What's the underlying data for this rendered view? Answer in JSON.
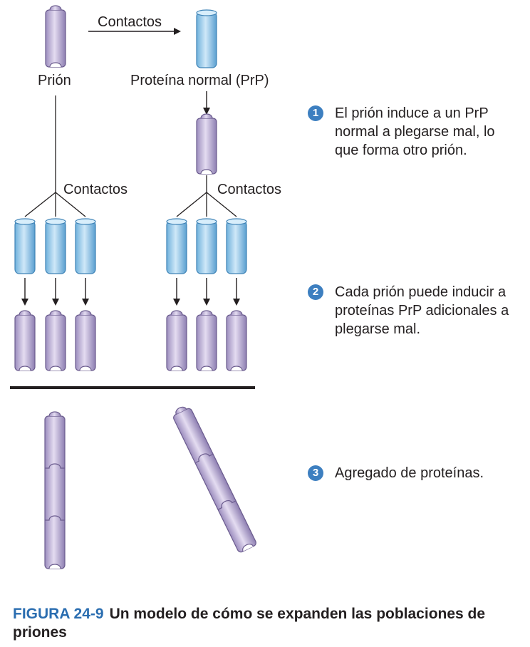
{
  "labels": {
    "contacts_top": "Contactos",
    "prion": "Prión",
    "normal_protein": "Proteína normal (PrP)",
    "contacts_left": "Contactos",
    "contacts_right": "Contactos"
  },
  "steps": [
    {
      "number": "1",
      "text": "El prión induce a un PrP normal a plegarse mal, lo que forma otro prión."
    },
    {
      "number": "2",
      "text": "Cada prión puede inducir a proteínas PrP adicionales a plegarse mal."
    },
    {
      "number": "3",
      "text": "Agregado de proteínas."
    }
  ],
  "caption": {
    "figure_label": "FIGURA 24-9",
    "text": "Un modelo de cómo se expanden las poblaciones de priones"
  },
  "colors": {
    "prion_fill": "#c9bde0",
    "normal_protein_fill": "#a7d2ef",
    "step_badge": "#3d7fc0",
    "figure_label": "#2a6db0"
  }
}
